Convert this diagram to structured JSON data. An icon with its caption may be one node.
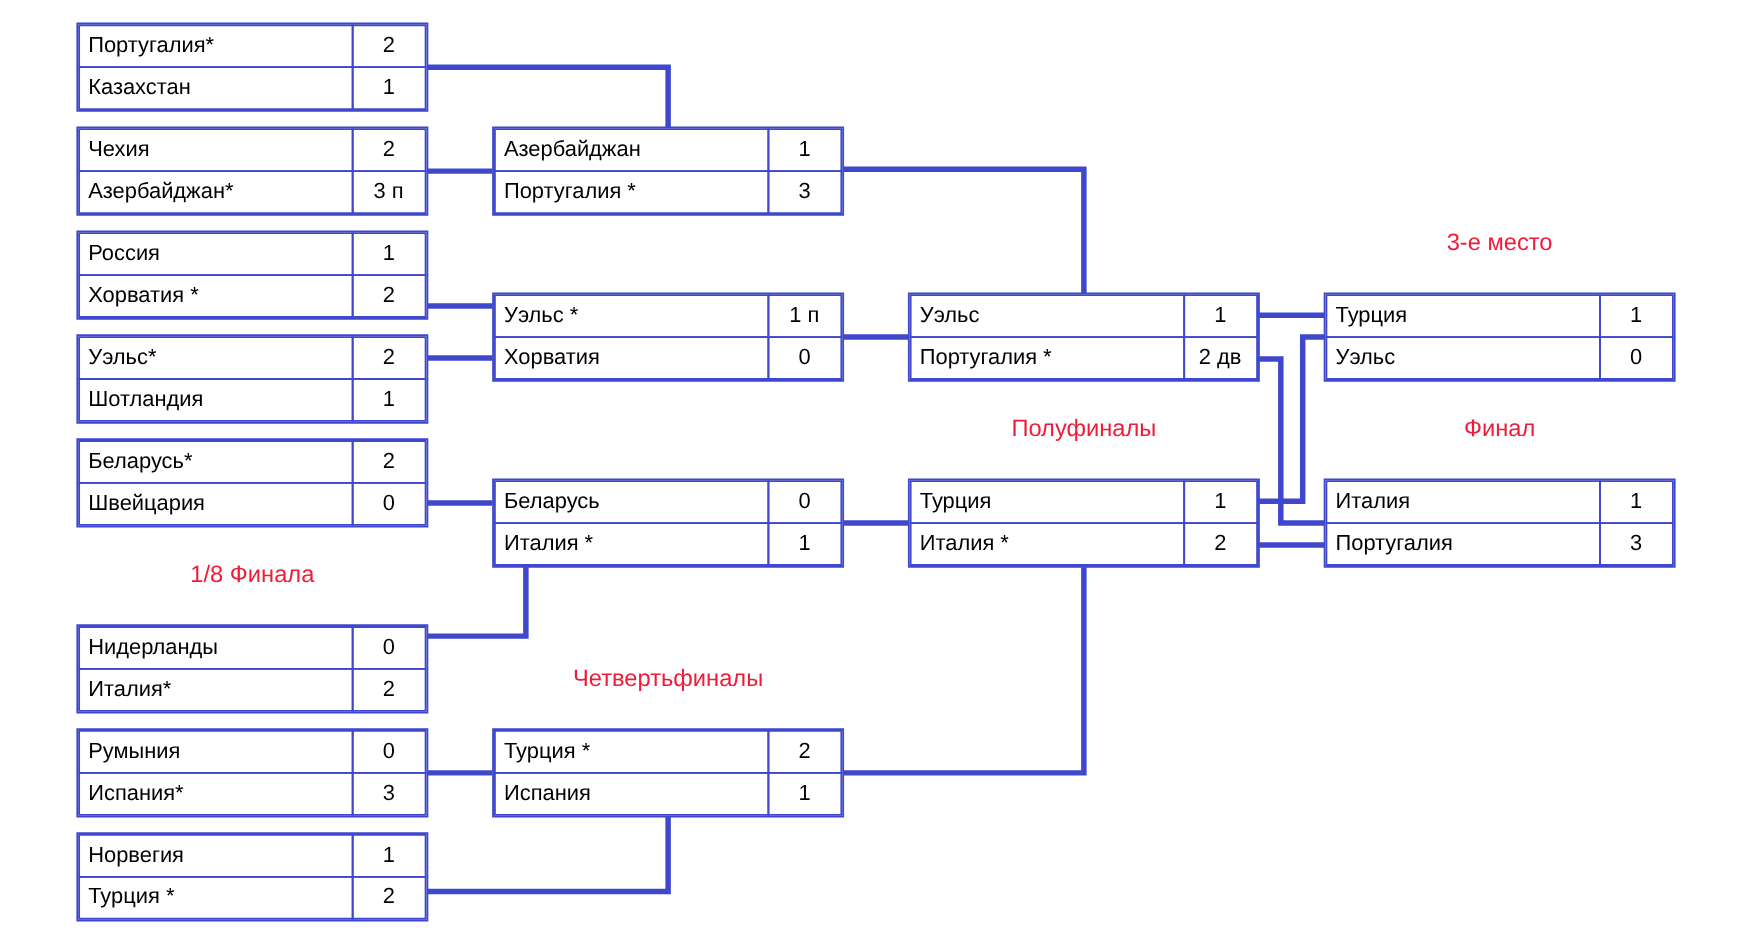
{
  "diagram": {
    "nodes": [
      {
        "text": [
          "Норвегия",
          "1",
          "Турция *",
          "2"
        ]
      },
      {
        "text": [
          "Румыния",
          "0",
          "Испания*",
          "3"
        ]
      },
      {
        "text": [
          "Беларусь*",
          "2",
          "Швейцария",
          "0"
        ]
      },
      {
        "text": [
          "Нидерланды",
          "0",
          "Италия*",
          "2"
        ]
      },
      {
        "text": [
          "Уэльс*",
          "2",
          "Шотландия",
          "1"
        ]
      },
      {
        "text": [
          "Россия",
          "1",
          "Хорватия *",
          "2"
        ]
      },
      {
        "text": [
          "Чехия",
          "2",
          "Азербайджан*",
          "3 п"
        ]
      },
      {
        "text": [
          "Португалия*",
          "2",
          "Казахстан",
          "1"
        ]
      },
      {
        "text": [
          "Турция *",
          "2",
          "Испания",
          "1"
        ]
      },
      {
        "text": [
          "Беларусь",
          "0",
          "Италия *",
          "1"
        ]
      },
      {
        "text": [
          "Уэльс *",
          "1 п",
          "Хорватия",
          "0"
        ]
      },
      {
        "text": [
          "Азербайджан",
          "1",
          "Португалия *",
          "3"
        ]
      },
      {
        "text": [
          "Турция",
          "1",
          "Италия *",
          "2"
        ]
      },
      {
        "text": [
          "Уэльс",
          "1",
          "Португалия *",
          "2 дв"
        ]
      },
      {
        "text": [
          "Италия",
          "1",
          "Португалия",
          "3"
        ]
      },
      {
        "text": [
          "Турция",
          "1",
          "Уэльс",
          "0"
        ]
      }
    ],
    "edges": [
      {
        "from": 0,
        "to": 8,
        "arrow": "none"
      },
      {
        "from": 1,
        "to": 8,
        "arrow": "none"
      },
      {
        "from": 2,
        "to": 9,
        "arrow": "none"
      },
      {
        "from": 3,
        "to": 9,
        "arrow": "none"
      },
      {
        "from": 4,
        "to": 10,
        "arrow": "none"
      },
      {
        "from": 5,
        "to": 10,
        "arrow": "none"
      },
      {
        "from": 6,
        "to": 11,
        "arrow": "none"
      },
      {
        "from": 7,
        "to": 11,
        "arrow": "none"
      },
      {
        "from": 8,
        "to": 12,
        "arrow": "none"
      },
      {
        "from": 9,
        "to": 12,
        "arrow": "none"
      },
      {
        "from": 10,
        "to": 13,
        "arrow": "none"
      },
      {
        "from": 11,
        "to": 13,
        "arrow": "none"
      },
      {
        "from": 12,
        "to": 14,
        "arrow": "none"
      },
      {
        "from": 13,
        "to": 14,
        "arrow": "none"
      },
      {
        "from": 12,
        "to": 15,
        "arrow": "none"
      },
      {
        "from": 13,
        "to": 15,
        "arrow": "none"
      }
    ],
    "labels": [
      "1/8 Финала",
      "Четвертьфиналы",
      "Полуфиналы",
      "Финал",
      "3-е место"
    ]
  }
}
